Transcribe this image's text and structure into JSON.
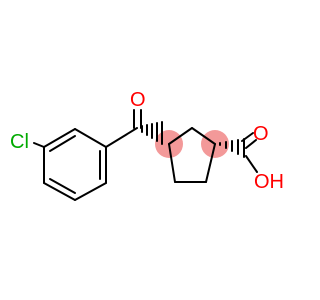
{
  "diagram": {
    "type": "chemical-structure",
    "atom_labels": {
      "chlorine": "Cl",
      "carbonyl_oxygen": "O",
      "acid_oxygen": "O",
      "hydroxyl": "OH"
    },
    "stereo_centers": 2,
    "colors": {
      "bond": "#000000",
      "chlorine": "#00aa00",
      "oxygen": "#ff0000",
      "stereo_circle": "#f08080"
    }
  }
}
